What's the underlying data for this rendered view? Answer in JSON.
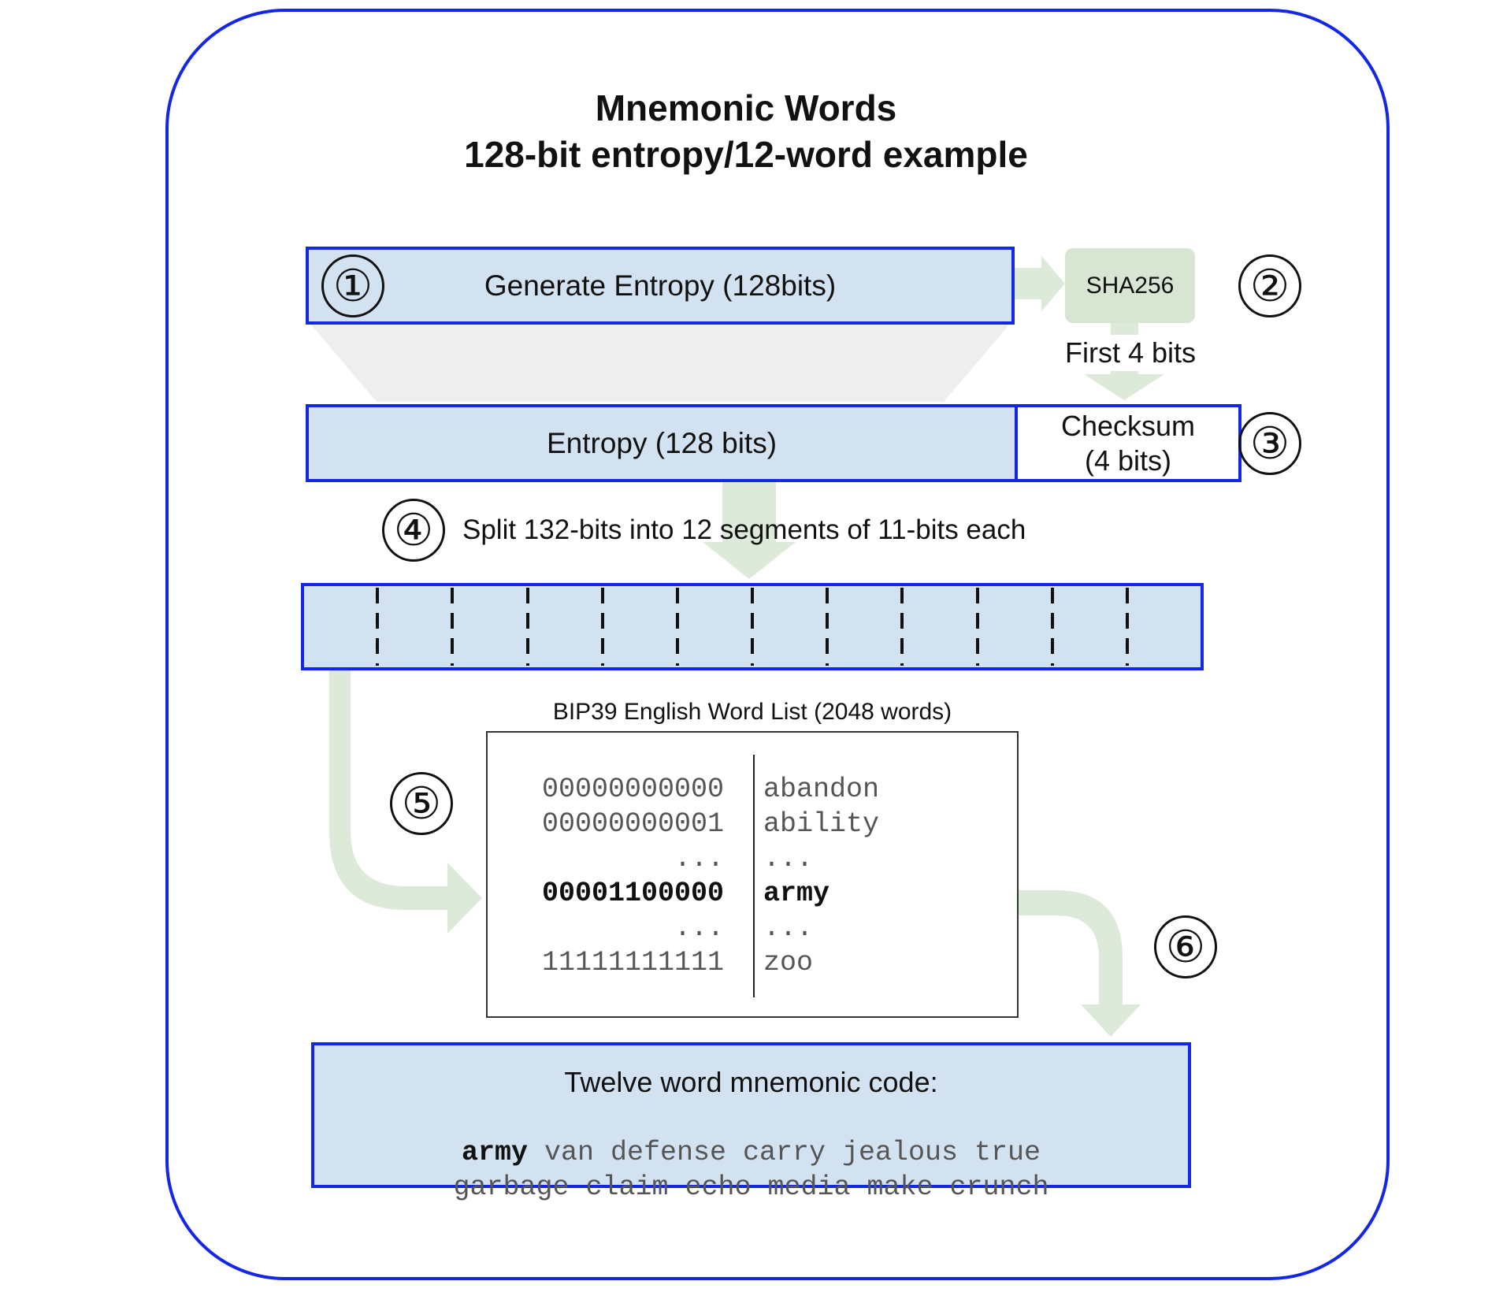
{
  "title": {
    "line1": "Mnemonic Words",
    "line2": "128-bit entropy/12-word example"
  },
  "steps": {
    "s1": "①",
    "s2": "②",
    "s3": "③",
    "s4": "④",
    "s5": "⑤",
    "s6": "⑥"
  },
  "generate_entropy": "Generate Entropy (128bits)",
  "sha256": "SHA256",
  "first_bits": "First 4 bits",
  "entropy": "Entropy (128 bits)",
  "checksum_line1": "Checksum",
  "checksum_line2": "(4 bits)",
  "split_label": "Split 132-bits into 12 segments of 11-bits each",
  "segments": 12,
  "wordlist": {
    "title": "BIP39 English Word List (2048 words)",
    "rows": [
      {
        "bits": "00000000000",
        "word": "abandon",
        "bold": false
      },
      {
        "bits": "00000000001",
        "word": "ability",
        "bold": false
      },
      {
        "bits": "...",
        "word": "...",
        "bold": false
      },
      {
        "bits": "00001100000",
        "word": "army",
        "bold": true
      },
      {
        "bits": "...",
        "word": "...",
        "bold": false
      },
      {
        "bits": "11111111111",
        "word": "zoo",
        "bold": false
      }
    ]
  },
  "mnemonic": {
    "heading": "Twelve word mnemonic code:",
    "first_word": "army",
    "line1_rest": " van defense carry jealous true",
    "line2": "garbage claim echo media make crunch"
  },
  "colors": {
    "frame": "#1426e6",
    "box_fill": "#d3e2f1",
    "arrow": "#dde9d9",
    "sha_fill": "#d8e5d2",
    "funnel": "#eeeeee"
  }
}
